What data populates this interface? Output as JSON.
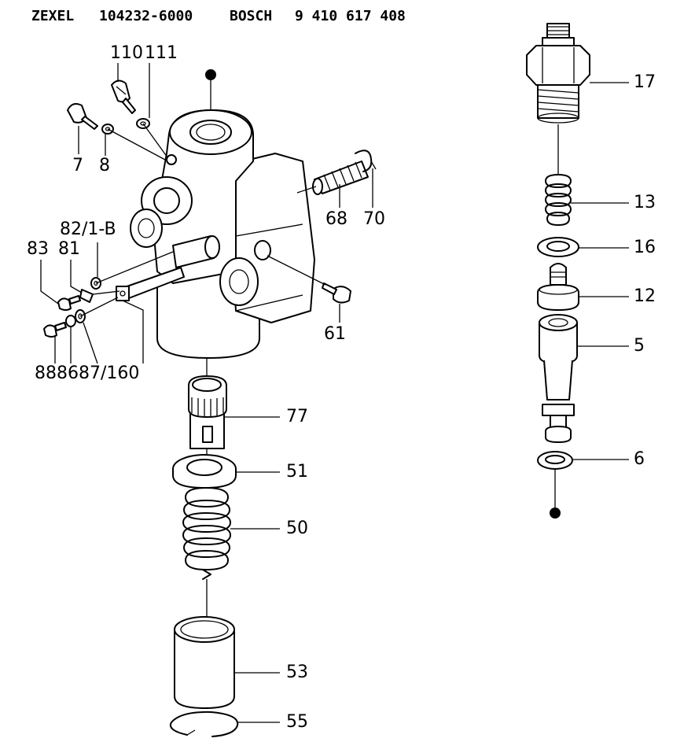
{
  "header": {
    "brand1": "ZEXEL",
    "part1": "104232-6000",
    "brand2": "BOSCH",
    "part2": "9 410 617 408"
  },
  "callouts": {
    "c110": "110",
    "c111": "111",
    "c7": "7",
    "c8": "8",
    "c68": "68",
    "c70": "70",
    "c82": "82/1-B",
    "c83": "83",
    "c81": "81",
    "c61": "61",
    "c888687160": "888687/160",
    "c77": "77",
    "c51": "51",
    "c50": "50",
    "c53": "53",
    "c55": "55",
    "c17": "17",
    "c13": "13",
    "c16": "16",
    "c12": "12",
    "c5": "5",
    "c6": "6"
  }
}
